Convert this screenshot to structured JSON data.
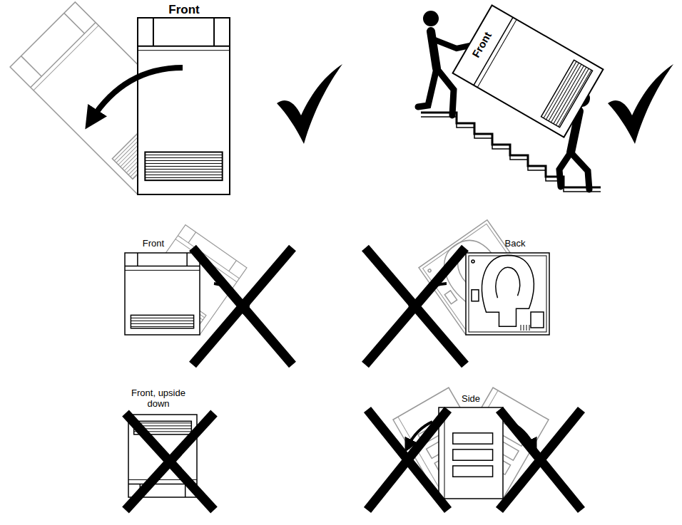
{
  "diagram": {
    "labels": [
      "Front",
      "Front",
      "Front",
      "Back",
      "Front, upside down",
      "Side"
    ]
  }
}
